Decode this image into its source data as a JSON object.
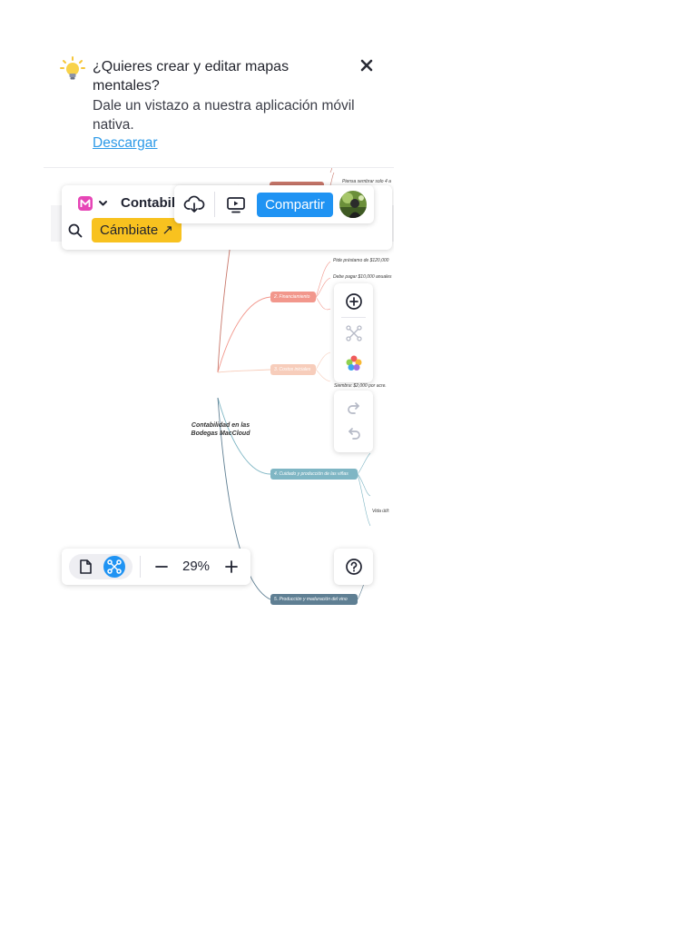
{
  "banner": {
    "title": "¿Quieres crear y editar mapas mentales?",
    "subtitle": "Dale un vistazo a nuestra aplicación móvil nativa.",
    "link": "Descargar",
    "icon": "lightbulb-icon",
    "close_icon": "close-icon"
  },
  "toolbar": {
    "document_title": "Contabil",
    "switch_label": "Cámbiate ↗",
    "share_label": "Compartir",
    "icons": [
      "app-logo-icon",
      "chevron-down-icon",
      "search-icon",
      "cloud-download-icon",
      "present-icon"
    ]
  },
  "right_tools": {
    "icons": [
      "add-node-icon",
      "connect-icon",
      "color-palette-icon",
      "redo-icon",
      "undo-icon"
    ]
  },
  "bottom_bar": {
    "zoom": "29%",
    "icons": [
      "document-view-icon",
      "mindmap-view-icon",
      "zoom-out-icon",
      "zoom-in-icon",
      "help-icon"
    ]
  },
  "mindmap": {
    "root": "Contabilidad en las Bodegas MacCloud",
    "branches": [
      {
        "label": "2. Financiamiento",
        "color": "#f2978c"
      },
      {
        "label": "3. Costos iniciales",
        "color": "#f7cdbb"
      },
      {
        "label": "4. Cuidado y producción de las viñas",
        "color": "#7fb6c4"
      },
      {
        "label": "5. Producción y maduración del vino",
        "color": "#5f7f93"
      }
    ],
    "leaves": [
      "Piensa sembrar solo 4 a",
      "Pide préstamo de $120,000",
      "Debe pagar $10,000 anuales",
      "Siembra: $2,000 por acre.",
      "Vida útil:"
    ]
  },
  "colors": {
    "accent": "#1f93f3",
    "switch_button": "#f8c21f",
    "link": "#2d9ae8"
  }
}
